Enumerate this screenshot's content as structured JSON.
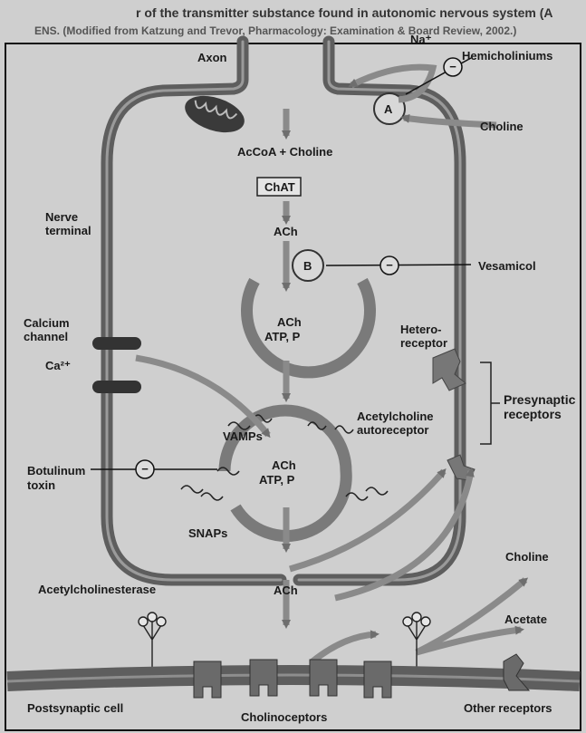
{
  "header": {
    "line1": "r of the transmitter substance found in autonomic nervous system (A",
    "line2": "ENS. (Modified from Katzung and Trevor, Pharmacology: Examination & Board Review, 2002.)"
  },
  "labels": {
    "axon": "Axon",
    "na_plus": "Na⁺",
    "hemicholiniums": "Hemicholiniums",
    "transporter_a": "A",
    "choline_top": "Choline",
    "acetyl_coa_choline": "AcCoA + Choline",
    "chat": "ChAT",
    "nerve_terminal_line1": "Nerve",
    "nerve_terminal_line2": "terminal",
    "ach_1": "ACh",
    "transporter_b": "B",
    "vesamicol": "Vesamicol",
    "vesicle1_line1": "ACh",
    "vesicle1_line2": "ATP, P",
    "calcium_channel_line1": "Calcium",
    "calcium_channel_line2": "channel",
    "heteroreceptor_line1": "Hetero-",
    "heteroreceptor_line2": "receptor",
    "ca2_plus": "Ca²⁺",
    "presynaptic_receptors_line1": "Presynaptic",
    "presynaptic_receptors_line2": "receptors",
    "ach_autoreceptor_line1": "Acetylcholine",
    "ach_autoreceptor_line2": "autoreceptor",
    "vamps": "VAMPs",
    "botulinum_line1": "Botulinum",
    "botulinum_line2": "toxin",
    "vesicle2_line1": "ACh",
    "vesicle2_line2": "ATP, P",
    "snaps": "SNAPs",
    "choline_bottom": "Choline",
    "acetylcholinesterase": "Acetylcholinesterase",
    "ach_released": "ACh",
    "acetate": "Acetate",
    "postsynaptic_cell": "Postsynaptic cell",
    "cholinoceptors": "Cholinoceptors",
    "other_receptors": "Other receptors",
    "minus": "−"
  },
  "colors": {
    "membrane": "#5e5e5e",
    "arrow": "#8a8a8a",
    "background": "#cfcfcf",
    "ink": "#1a1a1a"
  }
}
